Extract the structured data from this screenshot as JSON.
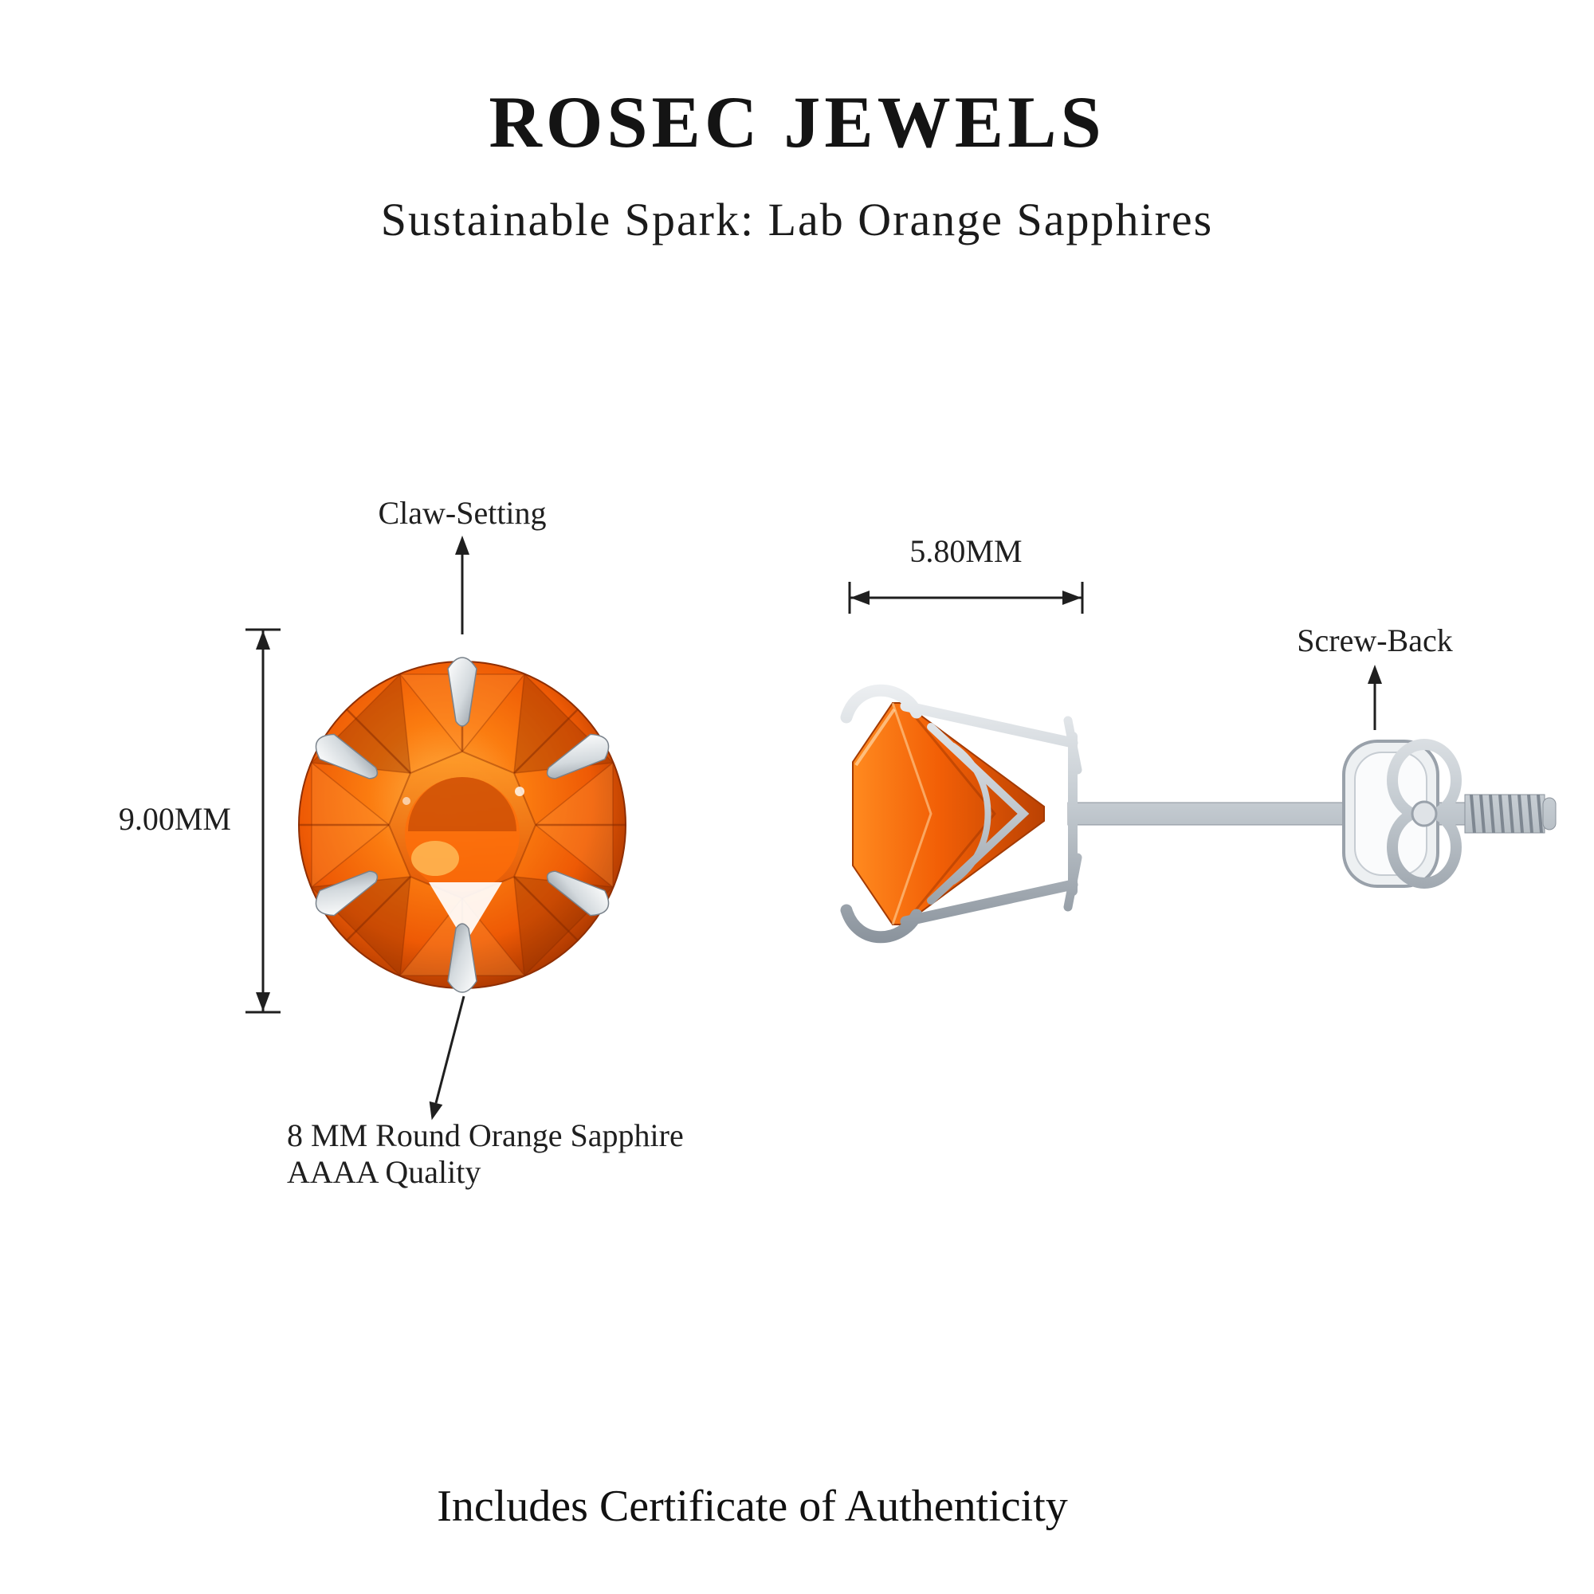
{
  "header": {
    "brand": "ROSEC JEWELS",
    "subtitle": "Sustainable Spark: Lab Orange Sapphires"
  },
  "front_view": {
    "claw_setting_label": "Claw-Setting",
    "height_dimension": "9.00MM",
    "stone_description_line1": "8 MM Round Orange Sapphire",
    "stone_description_line2": "AAAA Quality"
  },
  "side_view": {
    "width_dimension": "5.80MM",
    "screw_back_label": "Screw-Back"
  },
  "footer": {
    "certificate_note": "Includes Certificate of Authenticity"
  },
  "colors": {
    "gem_core": "#ffb347",
    "gem_mid": "#f2600a",
    "gem_edge": "#a33400",
    "metal_light": "#f2f4f6",
    "metal_dark": "#7e8791",
    "ink": "#1f1f1f"
  }
}
